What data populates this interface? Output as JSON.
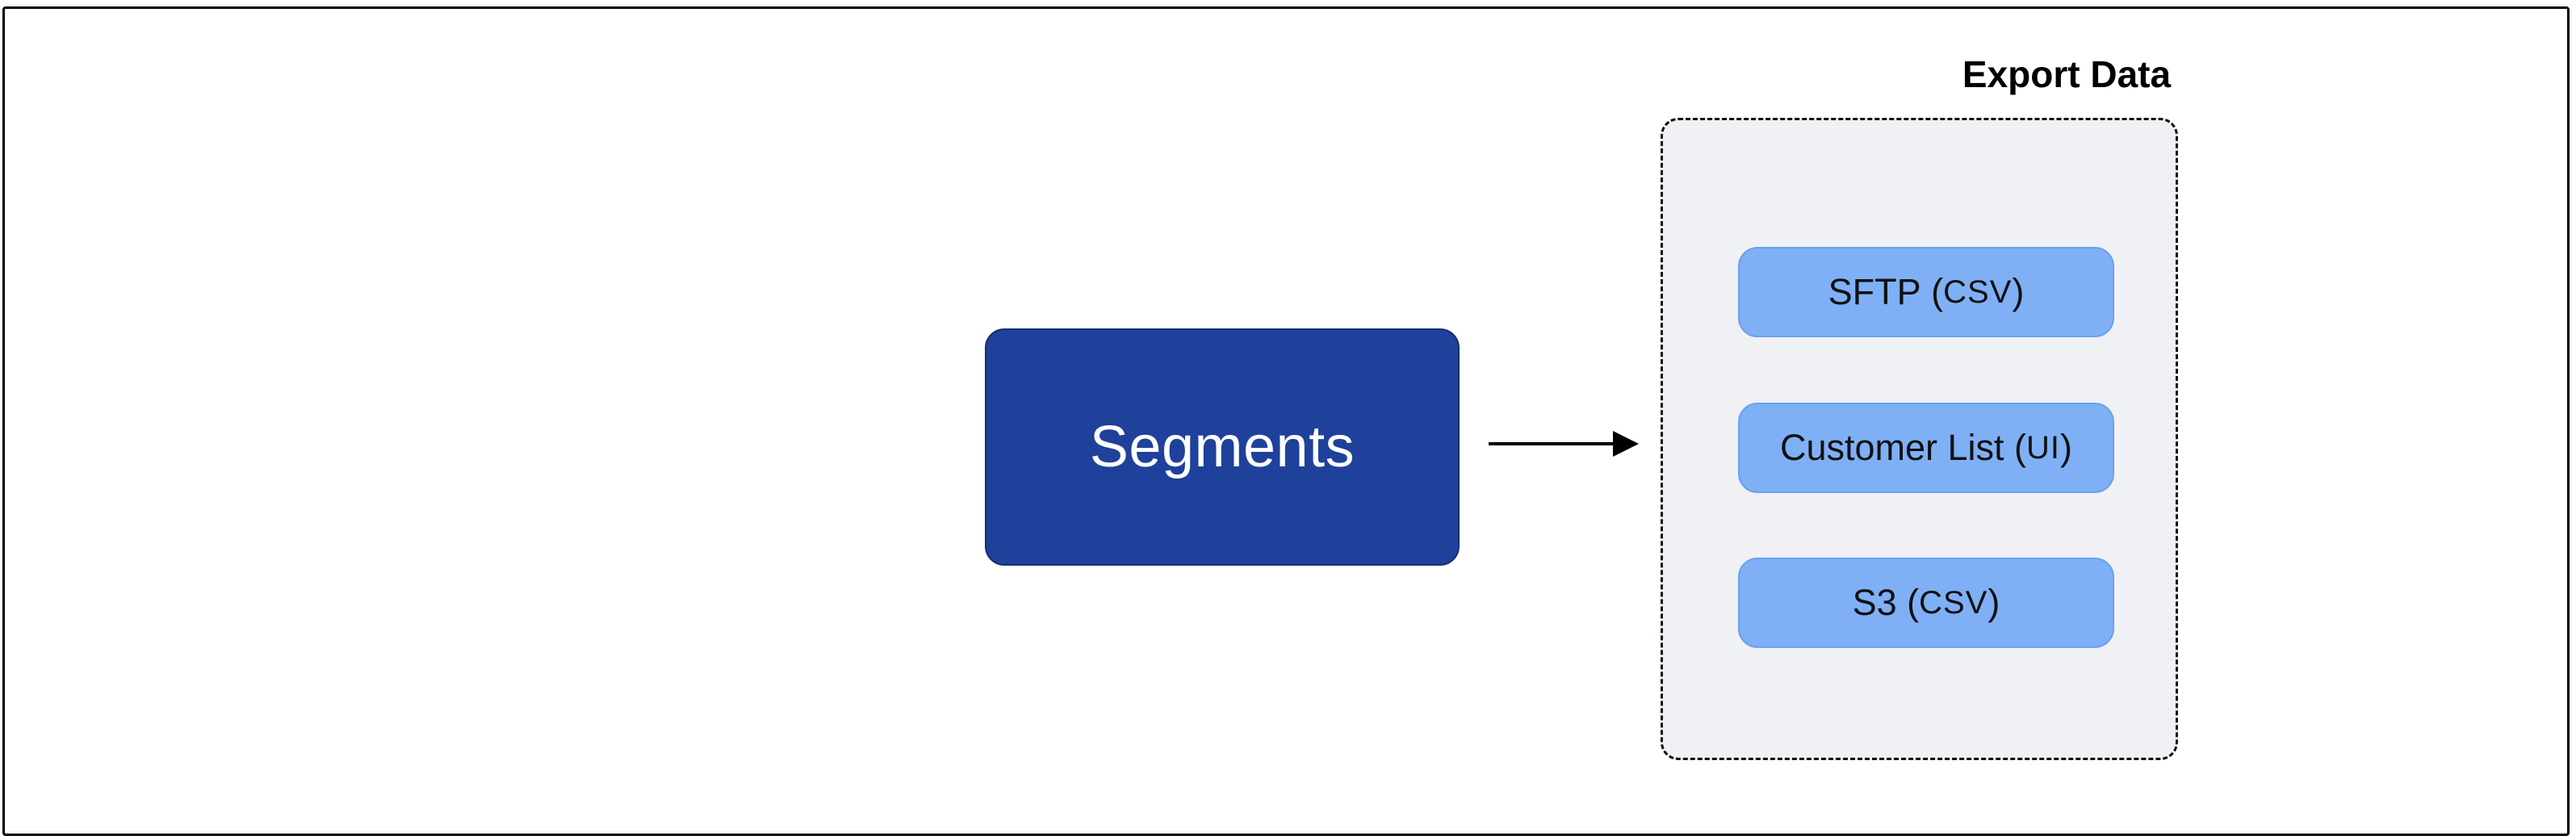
{
  "diagram": {
    "source_node": {
      "label": "Segments"
    },
    "group": {
      "title": "Export Data",
      "items": [
        {
          "name": "SFTP",
          "format": "CSV"
        },
        {
          "name": "Customer List",
          "format": "UI"
        },
        {
          "name": "S3",
          "format": "CSV"
        }
      ]
    },
    "colors": {
      "source_fill": "#1f419b",
      "item_fill": "#7fb0f6",
      "group_fill": "#f0f1f4"
    }
  }
}
